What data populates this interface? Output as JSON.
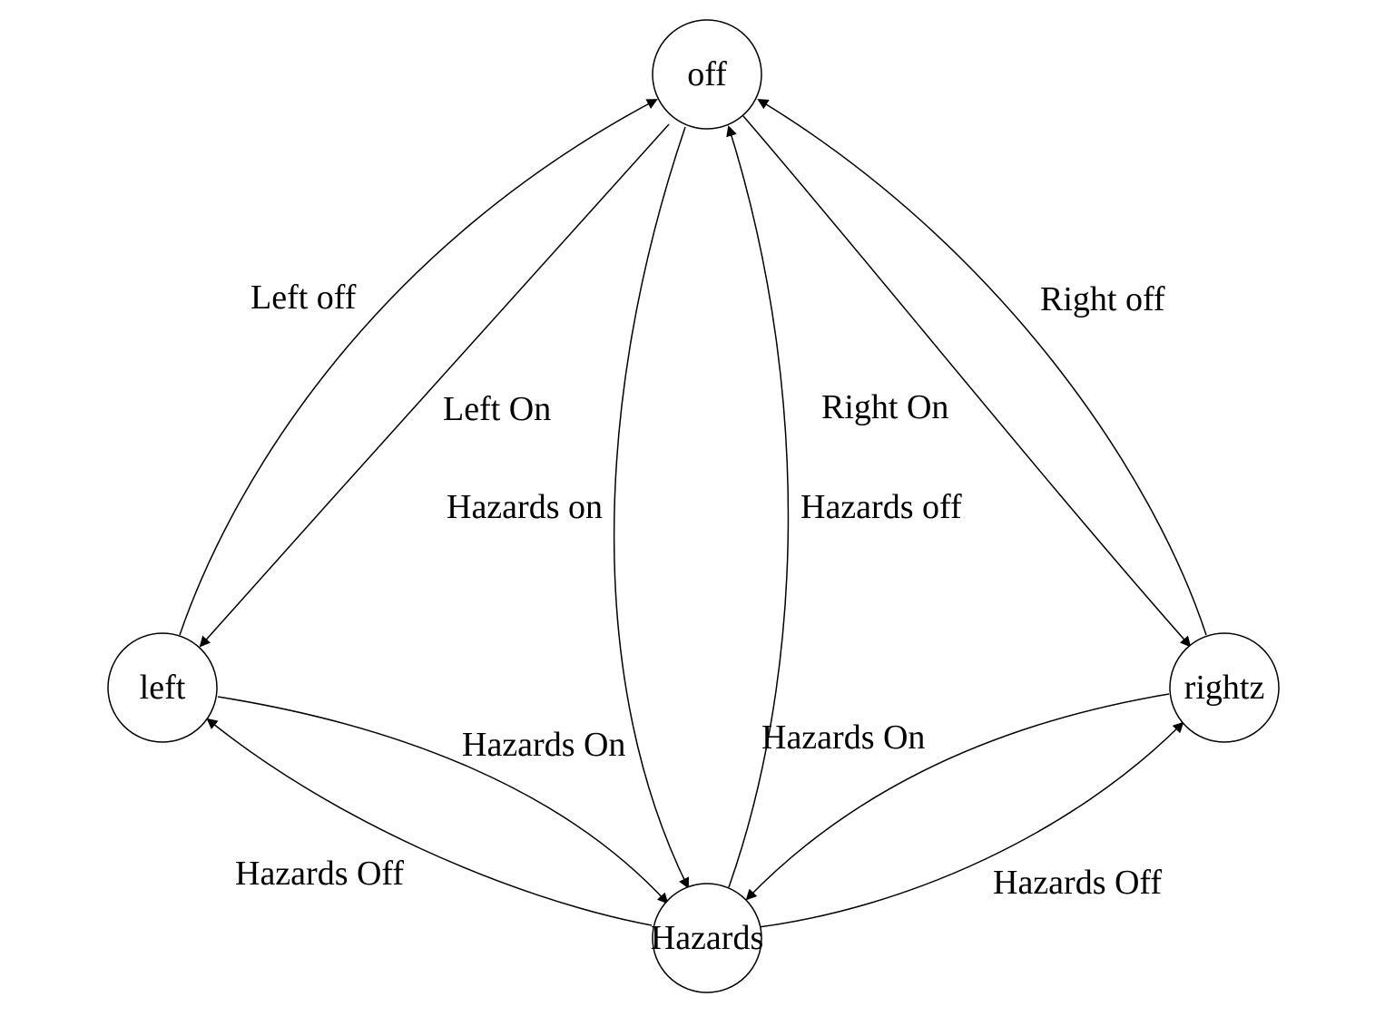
{
  "colors": {
    "stroke": "#000000",
    "background": "#ffffff"
  },
  "nodes": {
    "off": {
      "label": "off"
    },
    "left": {
      "label": "left"
    },
    "rightz": {
      "label": "rightz"
    },
    "hazards": {
      "label": "Hazards"
    }
  },
  "edges": {
    "left_off": {
      "from": "left",
      "to": "off",
      "label": "Left off"
    },
    "left_on": {
      "from": "off",
      "to": "left",
      "label": "Left On"
    },
    "hazards_on_from_off": {
      "from": "off",
      "to": "hazards",
      "label": "Hazards on"
    },
    "hazards_off_to_off": {
      "from": "hazards",
      "to": "off",
      "label": "Hazards off"
    },
    "right_on": {
      "from": "off",
      "to": "rightz",
      "label": "Right On"
    },
    "right_off": {
      "from": "rightz",
      "to": "off",
      "label": "Right off"
    },
    "hazards_on_from_left": {
      "from": "left",
      "to": "hazards",
      "label": "Hazards On"
    },
    "hazards_off_to_left": {
      "from": "hazards",
      "to": "left",
      "label": "Hazards Off"
    },
    "hazards_on_from_rightz": {
      "from": "rightz",
      "to": "hazards",
      "label": "Hazards On"
    },
    "hazards_off_to_rightz": {
      "from": "hazards",
      "to": "rightz",
      "label": "Hazards Off"
    }
  }
}
